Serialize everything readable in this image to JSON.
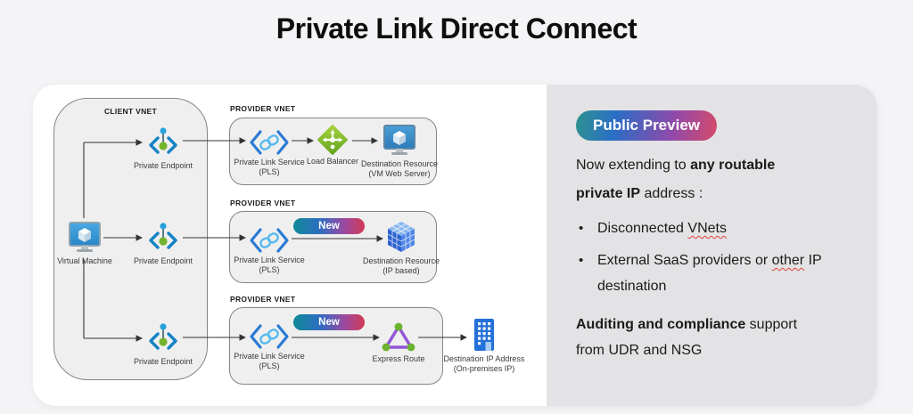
{
  "title": "Private Link Direct Connect",
  "colors": {
    "page_bg": "#f4f3f5",
    "info_panel_bg": "#e3e2e4",
    "diagram_bg": "#ffffff",
    "badge_gradient": [
      "#2d938d",
      "#2a6ec6",
      "#8f4aaa",
      "#d74a6a"
    ],
    "new_badge_gradient": [
      "#0f8a97",
      "#2e6cc2",
      "#9c4a9e",
      "#d23a56"
    ],
    "azure_blue": "#1583c4",
    "green": "#74b42c",
    "purple": "#9257d8"
  },
  "diagram": {
    "client_vnet_label": "CLIENT VNET",
    "provider_vnet_labels": [
      "PROVIDER VNET",
      "PROVIDER VNET",
      "PROVIDER VNET"
    ],
    "new_badge_label": "New",
    "nodes": {
      "virtual_machine": "Virtual Machine",
      "private_endpoint_1": "Private Endpoint",
      "private_endpoint_2": "Private Endpoint",
      "private_endpoint_3": "Private Endpoint",
      "pls_label": "Private Link Service",
      "pls_sublabel": "(PLS)",
      "load_balancer": "Load Balancer",
      "dest_vm": {
        "label": "Destination Resource",
        "sublabel": "(VM Web Server)"
      },
      "dest_ip": {
        "label": "Destination Resource",
        "sublabel": "(IP based)"
      },
      "express_route": "Express Route",
      "dest_onprem": {
        "label": "Destination IP Address",
        "sublabel": "(On-premises IP)"
      }
    }
  },
  "panel": {
    "badge": "Public Preview",
    "intro": {
      "pre": "Now extending to ",
      "bold": "any routable private IP",
      "post": " address :"
    },
    "bullets": {
      "b1": {
        "pre": "Disconnected ",
        "wavy": "VNets",
        "post": ""
      },
      "b2": {
        "pre": "External SaaS providers or ",
        "wavy": "other",
        "post": " IP destination"
      }
    },
    "footer": {
      "bold": "Auditing and compliance",
      "post": " support from UDR and NSG"
    }
  }
}
